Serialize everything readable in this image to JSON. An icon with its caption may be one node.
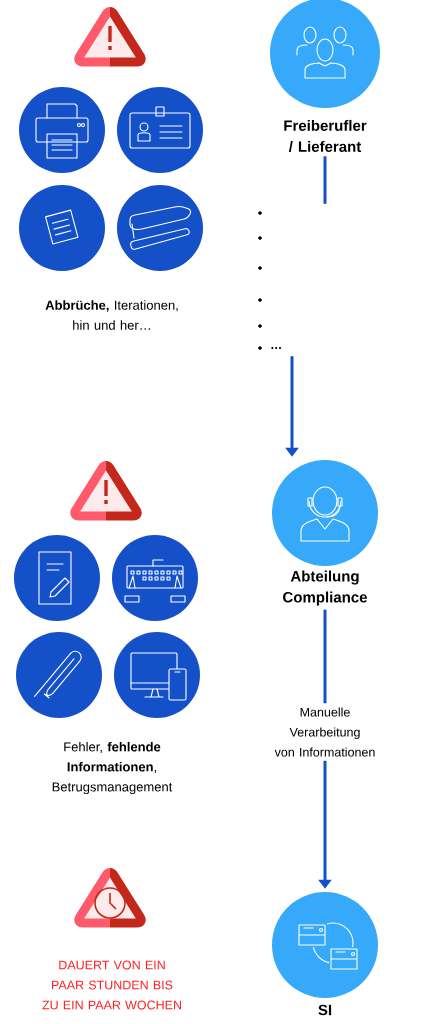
{
  "diagram": {
    "nodes": [
      {
        "text": [
          "Freiberufler / Lieferant"
        ]
      },
      {
        "text": [
          "…"
        ]
      },
      {
        "text": [
          "Abteilung Compliance"
        ]
      },
      {
        "text": [
          "Manuelle Verarbeitung von Informationen"
        ]
      },
      {
        "text": [
          "SI"
        ]
      }
    ],
    "edges": [
      {
        "from": 0,
        "to": 1,
        "arrow": "none"
      },
      {
        "from": 1,
        "to": 2,
        "arrow": "to"
      },
      {
        "from": 2,
        "to": 3,
        "arrow": "none"
      },
      {
        "from": 3,
        "to": 4,
        "arrow": "to"
      }
    ],
    "labels": [
      "**Abbrüche,** Iterationen, hin und her…",
      "Fehler, **fehlende Informationen**, Betrugsmanagement",
      "DAUERT VON EIN PAAR STUNDEN BIS ZU EIN PAAR WOCHEN"
    ]
  }
}
